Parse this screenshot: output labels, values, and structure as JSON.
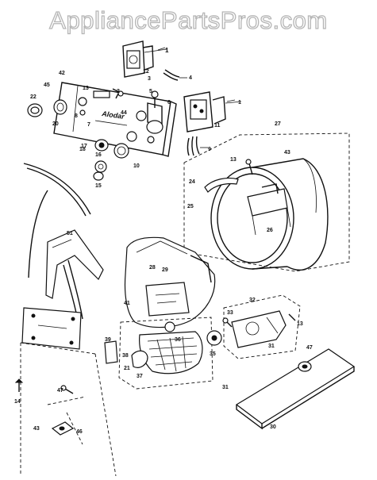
{
  "watermark": "AppliancePartsPros.com",
  "panel_text": [
    "Alodar"
  ],
  "callouts": [
    "1",
    "12",
    "3",
    "4",
    "42",
    "45",
    "22",
    "44",
    "2",
    "13",
    "7",
    "8",
    "20",
    "10",
    "18",
    "17",
    "16",
    "15",
    "5",
    "6",
    "11",
    "9",
    "27",
    "43",
    "24",
    "25",
    "26",
    "28",
    "29",
    "41",
    "51",
    "38",
    "39",
    "35",
    "32",
    "33",
    "13",
    "36",
    "21",
    "37",
    "31",
    "47",
    "30",
    "14",
    "43",
    "46"
  ],
  "colors": {
    "line": "#111111",
    "background": "#ffffff",
    "watermark": "#b5b5b5"
  }
}
